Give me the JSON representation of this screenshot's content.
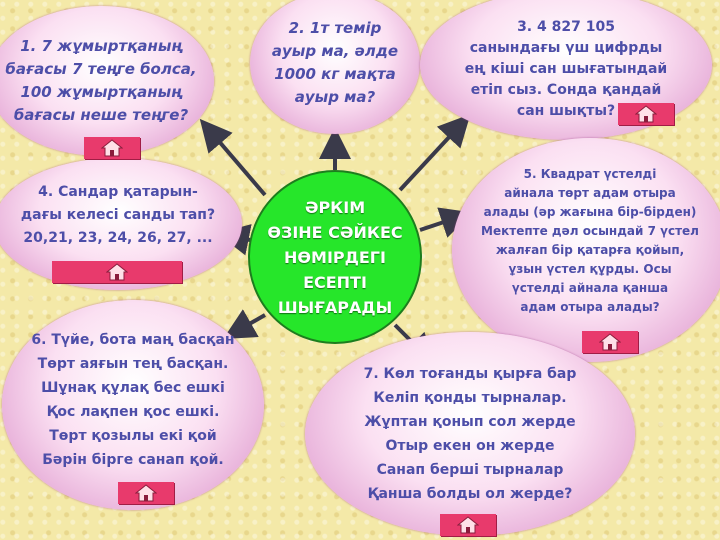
{
  "center": {
    "text": "ӘРКІМ\nӨЗІНЕ СӘЙКЕС\nНӨМІРДЕГІ ЕСЕПТІ\nШЫҒАРАДЫ"
  },
  "questions": [
    {
      "id": 1,
      "text": "1.  7 жұмыртқаның\nбағасы  7 теңге болса,\n100 жұмыртқаның\nбағасы неше теңге?"
    },
    {
      "id": 2,
      "text": "2.  1т темір\nауыр ма, әлде\n1000 кг мақта\nауыр ма?"
    },
    {
      "id": 3,
      "text": "3.    4 827 105\nсанындағы  үш цифрды\nең кіші сан  шығатындай\nетіп  сыз. Сонда қандай\nсан шықты?"
    },
    {
      "id": 4,
      "text": "4. Сандар қатарын-\nдағы келесі  санды тап?\n20,21, 23, 24, 26, 27, ..."
    },
    {
      "id": 5,
      "text": "5.   Квадрат  үстелді\nайнала төрт адам отыра\nалады (әр жағына  бір-бірден)\nМектепте дәл осындай  7 үстел\nжалғап  бір қатарға қойып,\nұзын  үстел  құрды. Осы\nүстелді айнала  қанша\nадам  отыра алады?"
    },
    {
      "id": 6,
      "text": "6. Түйе, бота маң басқан\nТөрт аяғын тең басқан.\nШұнақ құлақ бес ешкі\nҚос лақпен қос ешкі.\nТөрт қозылы екі қой\nБәрін бірге санап қой."
    },
    {
      "id": 7,
      "text": "7. Көл  тоғанды қырға бар\nКеліп қонды тырналар.\nЖұптан қонып сол жерде\nОтыр екен он жерде\nСанап берші тырналар\nҚанша болды ол жерде?"
    }
  ],
  "colors": {
    "bubble": "#fbe0f2",
    "center": "#26e62a",
    "text": "#4d4ea8",
    "home_button": "#e83a6c"
  }
}
